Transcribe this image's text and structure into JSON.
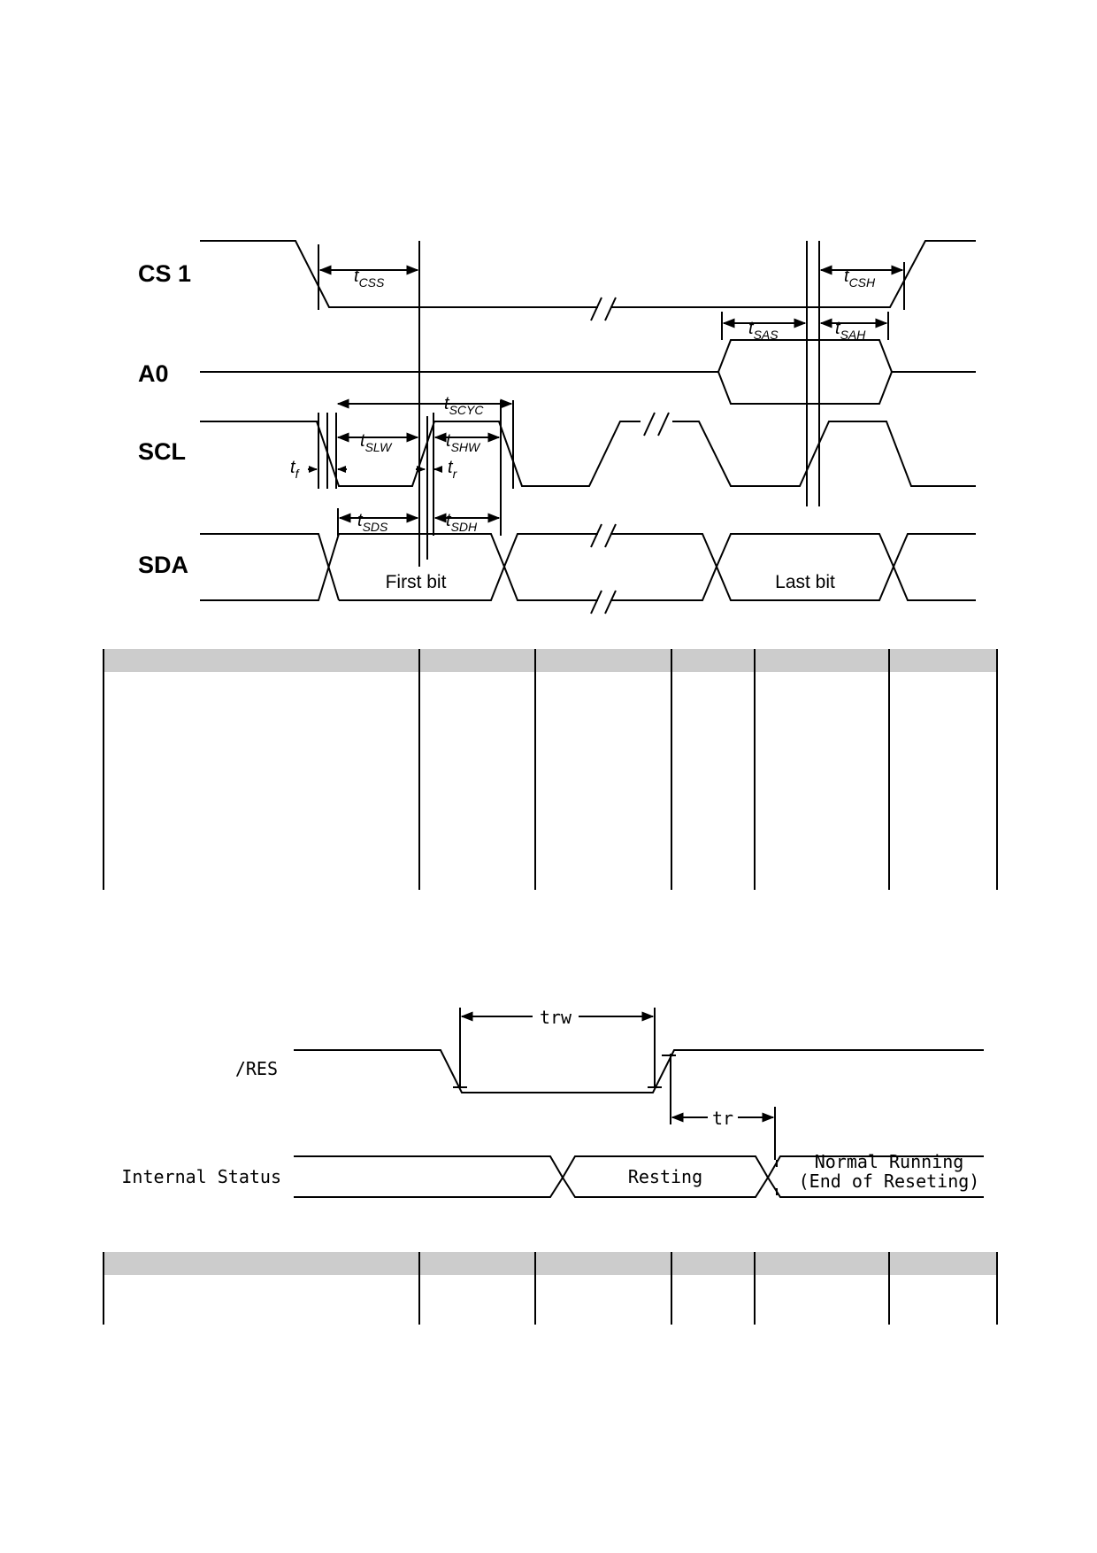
{
  "serial_timing": {
    "signals": {
      "cs1": "CS 1",
      "a0": "A0",
      "scl": "SCL",
      "sda": "SDA"
    },
    "params": {
      "tcss": {
        "base": "t",
        "sub": "CSS"
      },
      "tcsh": {
        "base": "t",
        "sub": "CSH"
      },
      "tsas": {
        "base": "t",
        "sub": "SAS"
      },
      "tsah": {
        "base": "t",
        "sub": "SAH"
      },
      "tscyc": {
        "base": "t",
        "sub": "SCYC"
      },
      "tslw": {
        "base": "t",
        "sub": "SLW"
      },
      "tshw": {
        "base": "t",
        "sub": "SHW"
      },
      "tf": {
        "base": "t",
        "sub": "f"
      },
      "tr": {
        "base": "t",
        "sub": "r"
      },
      "tsds": {
        "base": "t",
        "sub": "SDS"
      },
      "tsdh": {
        "base": "t",
        "sub": "SDH"
      }
    },
    "bits": {
      "first": "First bit",
      "last": "Last bit"
    }
  },
  "reset_timing": {
    "signals": {
      "res": "/RES",
      "internal": "Internal Status"
    },
    "params": {
      "trw": "trw",
      "tr": "tr"
    },
    "states": {
      "resting": "Resting",
      "normal_1": "Normal Running",
      "normal_2": "(End of Reseting)"
    }
  },
  "colors": {
    "line": "#000000",
    "table_header": "#cccccc"
  }
}
